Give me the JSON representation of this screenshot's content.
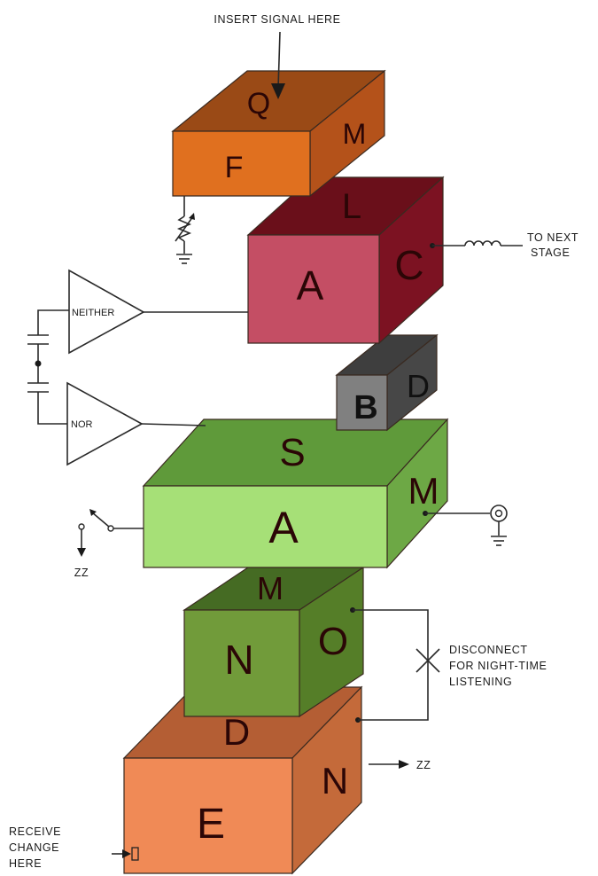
{
  "annotations": {
    "insert_signal": "INSERT SIGNAL HERE",
    "to_next_stage_1": "TO NEXT",
    "to_next_stage_2": "STAGE",
    "disconnect_1": "DISCONNECT",
    "disconnect_2": "FOR NIGHT-TIME",
    "disconnect_3": "LISTENING",
    "receive_1": "RECEIVE",
    "receive_2": "CHANGE",
    "receive_3": "HERE",
    "zz_left": "ZZ",
    "zz_right": "ZZ"
  },
  "gates": {
    "neither": "NEITHER",
    "nor": "NOR"
  },
  "blocks": {
    "qfm": {
      "top": "Q",
      "front": "F",
      "side": "M"
    },
    "lac": {
      "top": "L",
      "front": "A",
      "side": "C"
    },
    "bd": {
      "front": "B",
      "side": "D"
    },
    "sam": {
      "top": "S",
      "front": "A",
      "side": "M"
    },
    "mno": {
      "top": "M",
      "front": "N",
      "side": "O"
    },
    "den": {
      "top": "D",
      "front": "E",
      "side": "N"
    }
  },
  "colors": {
    "qfm": {
      "top": "#9a4a16",
      "front": "#e0701f",
      "side": "#b4521a"
    },
    "lac": {
      "top": "#6a0f1a",
      "front": "#c44e64",
      "side": "#7c1222"
    },
    "bd": {
      "top": "#3e3e3e",
      "front": "#808080",
      "side": "#474747"
    },
    "sam": {
      "top": "#5f9a3a",
      "front": "#a6e077",
      "side": "#6da845"
    },
    "mno": {
      "top": "#456b23",
      "front": "#719b3a",
      "side": "#557e28"
    },
    "den": {
      "top": "#b45e34",
      "front": "#f08a56",
      "side": "#c46a3a"
    }
  }
}
